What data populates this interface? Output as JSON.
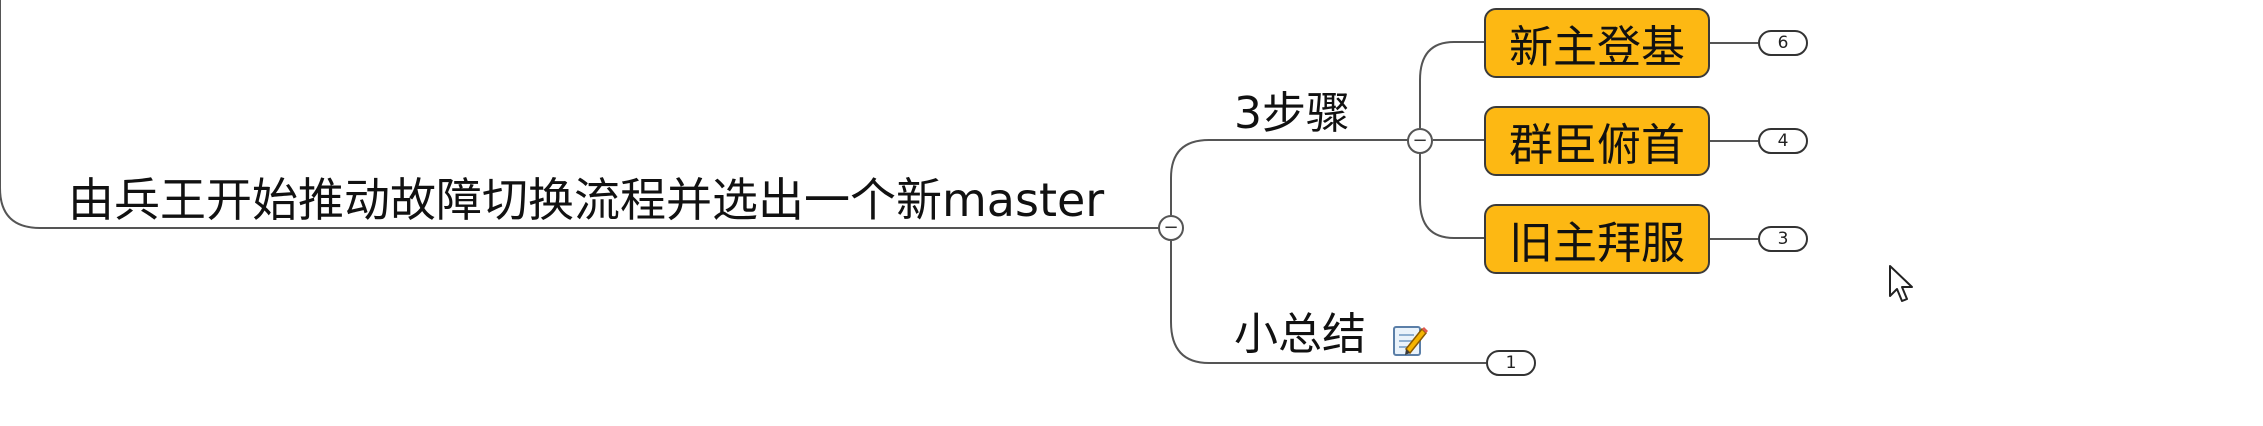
{
  "mindmap": {
    "root": {
      "label": "由兵王开始推动故障切换流程并选出一个新master",
      "toggle": "−"
    },
    "branches": [
      {
        "label": "3步骤",
        "toggle": "−",
        "children": [
          {
            "label": "新主登基",
            "count": "6"
          },
          {
            "label": "群臣俯首",
            "count": "4"
          },
          {
            "label": "旧主拜服",
            "count": "3"
          }
        ]
      },
      {
        "label": "小总结",
        "note_icon": "note-pencil-icon",
        "count": "1"
      }
    ]
  },
  "colors": {
    "topic_fill": "#fdb813",
    "topic_border": "#3a3a3a",
    "connector": "#555555",
    "text": "#111111"
  },
  "icons": {
    "note": "note-pencil-icon",
    "cursor": "mouse-cursor-icon",
    "toggle": "collapse-toggle-icon"
  }
}
